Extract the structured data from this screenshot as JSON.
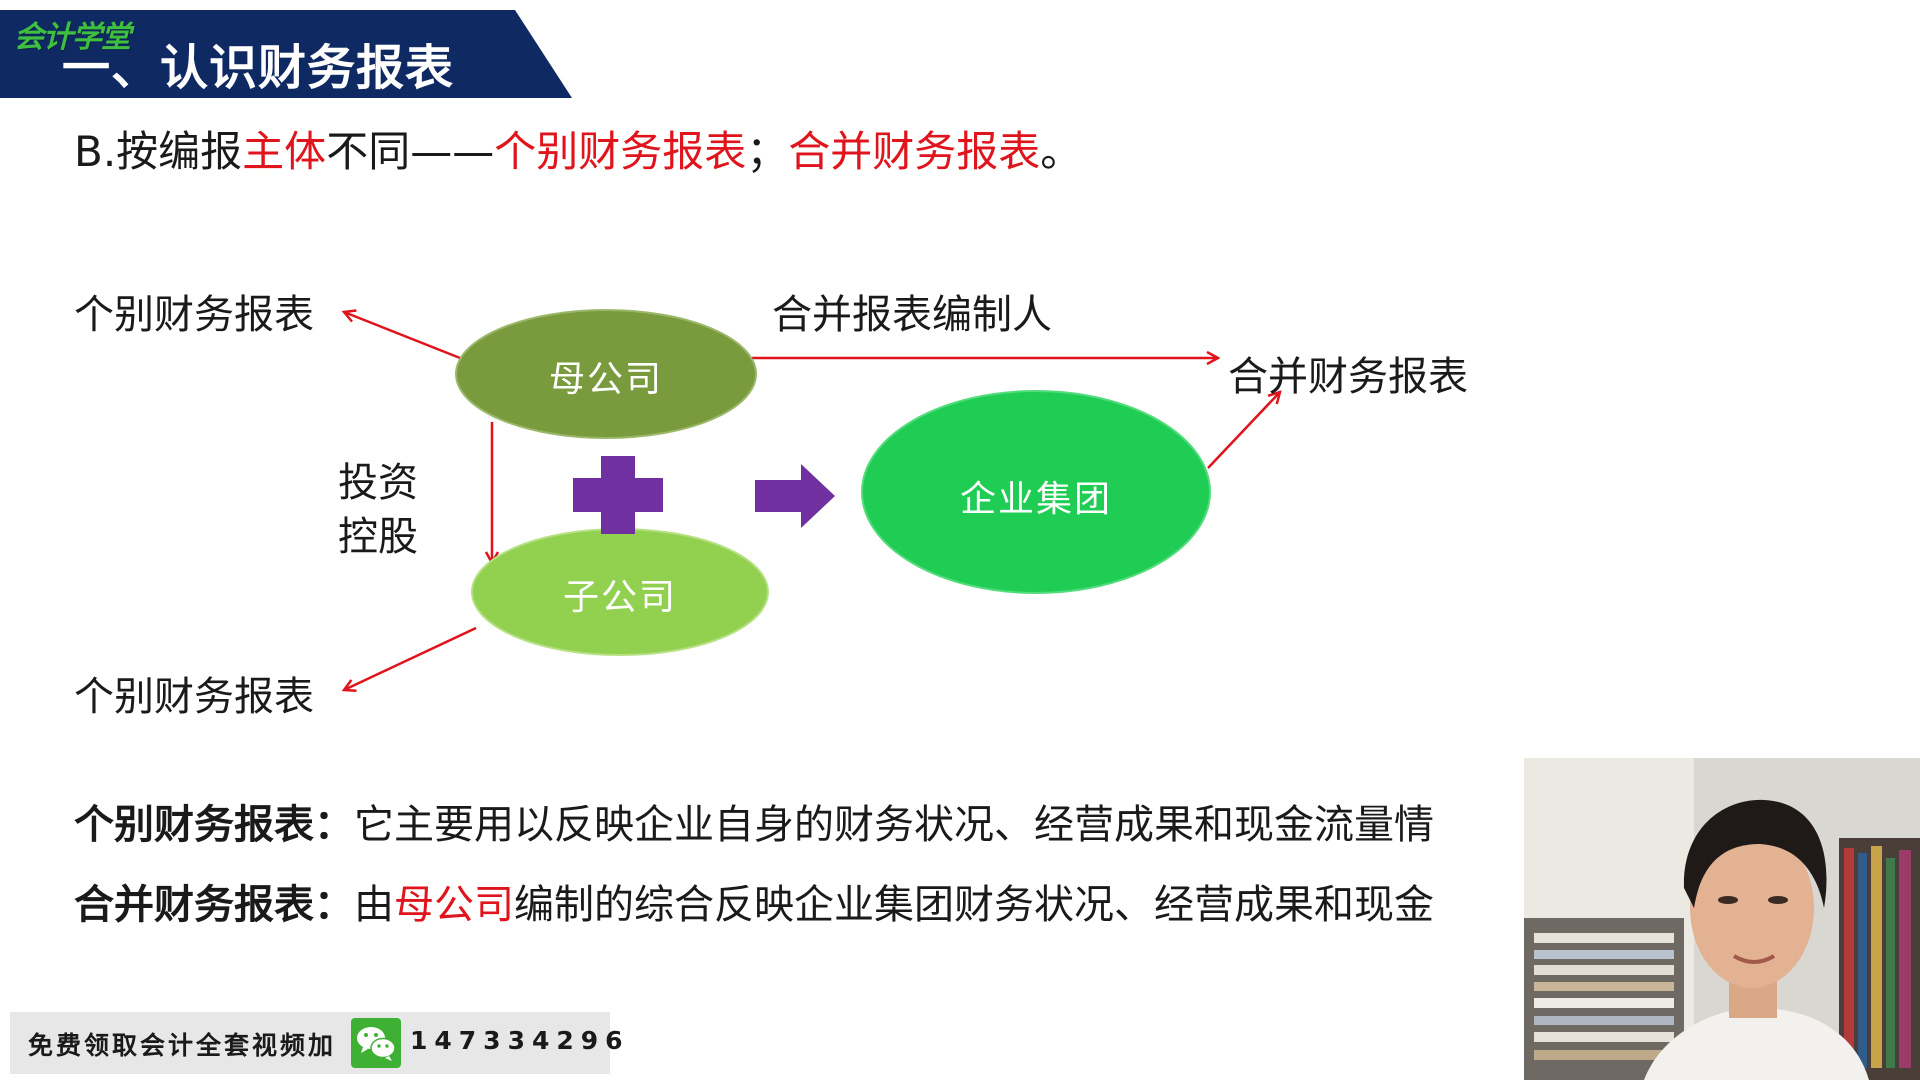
{
  "header": {
    "brand_logo": "会计学堂",
    "title": "一、认识财务报表"
  },
  "subtitle": {
    "prefix": "B.按编报",
    "subject": "主体",
    "middle": "不同——",
    "type1": "个别财务报表",
    "sep": "；",
    "type2": "合并财务报表",
    "end": "。"
  },
  "diagram": {
    "parent_company": "母公司",
    "subsidiary": "子公司",
    "group": "企业集团",
    "individual_report_top": "个别财务报表",
    "individual_report_bottom": "个别财务报表",
    "consolidator_label": "合并报表编制人",
    "consolidated_report": "合并财务报表",
    "invest_line1": "投资",
    "invest_line2": "控股",
    "colors": {
      "parent": "#7a9b3d",
      "subsidiary": "#92d050",
      "group": "#1fcc54",
      "plus": "#7030a0",
      "arrow": "#e0141c"
    }
  },
  "definitions": {
    "individual_term": "个别财务报表",
    "individual_colon": "：",
    "individual_text": "它主要用以反映企业自身的财务状况、经营成果和现金流量情",
    "consolidated_term": "合并财务报表",
    "consolidated_colon": "：",
    "consolidated_pre": "由",
    "consolidated_highlight": "母公司",
    "consolidated_text": "编制的综合反映企业集团财务状况、经营成果和现金"
  },
  "promo": {
    "text": "免费领取会计全套视频加",
    "icon": "wechat-icon",
    "number": "147334296"
  }
}
